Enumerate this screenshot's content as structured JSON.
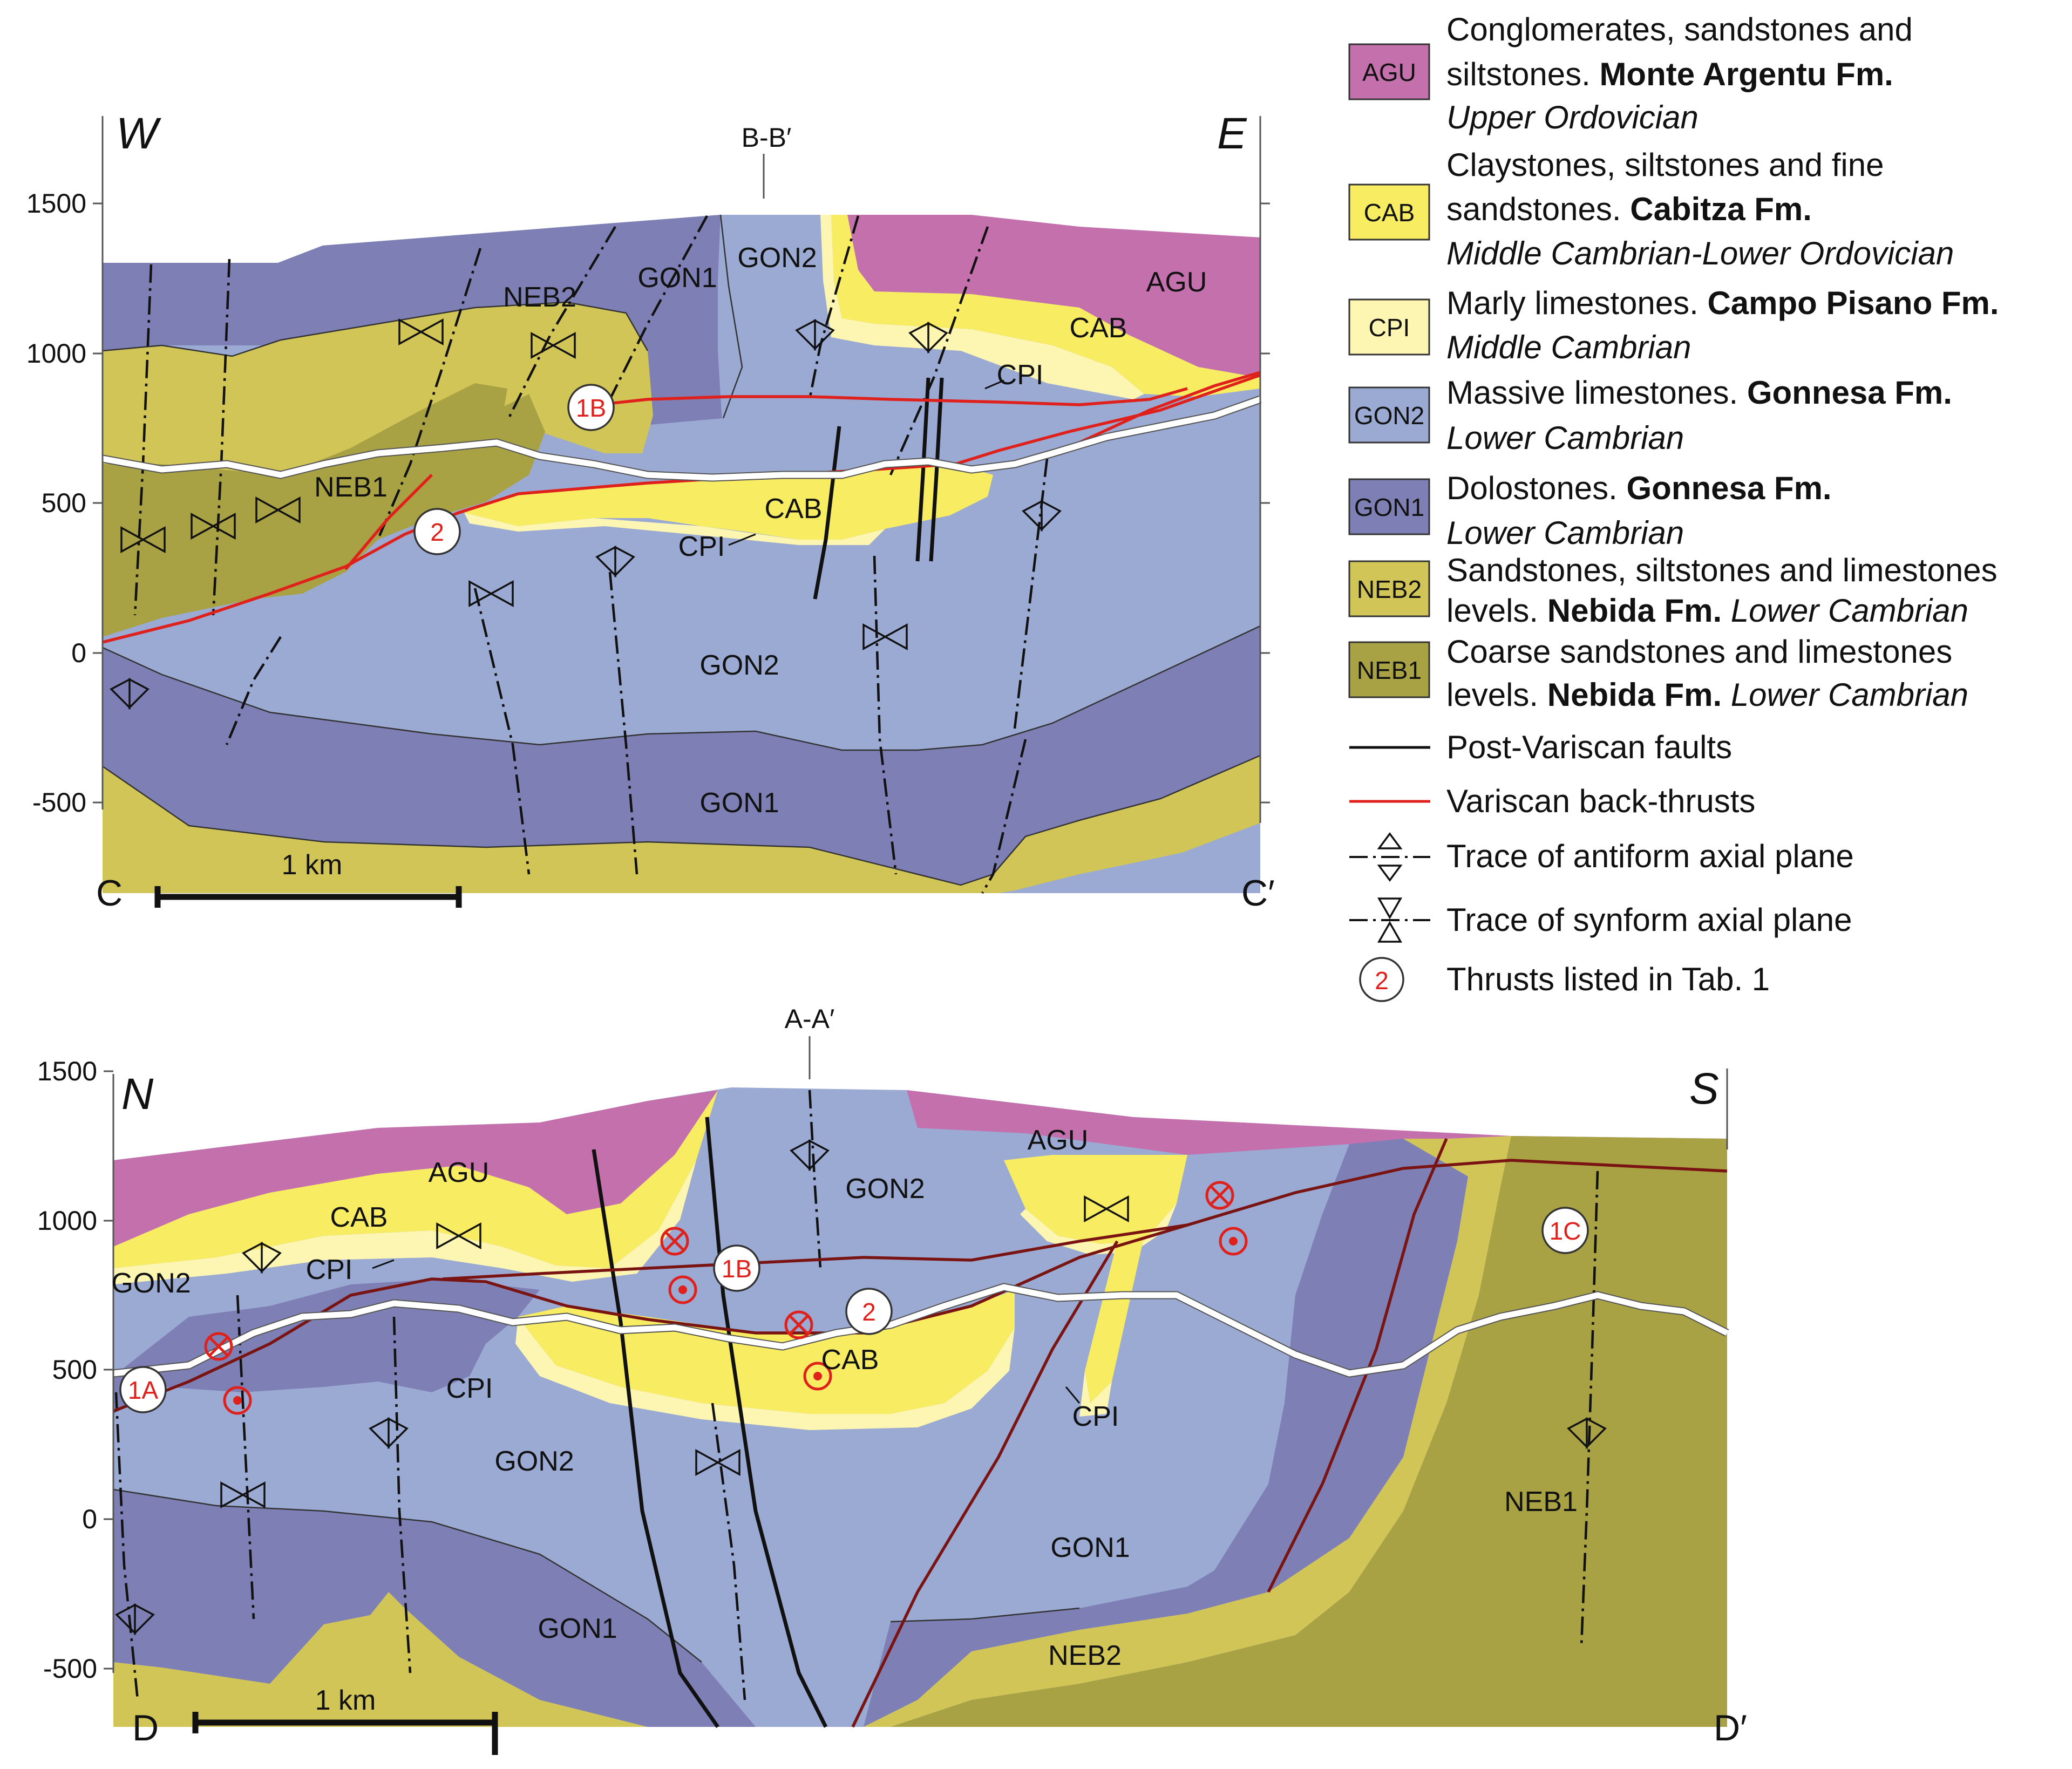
{
  "section_top": {
    "west": "W",
    "east": "E",
    "start": "C",
    "end": "C′",
    "crossing": "B-B′",
    "scale": "1 km",
    "y_ticks": [
      "1500",
      "1000",
      "500",
      "0",
      "-500"
    ],
    "units": [
      "GON1",
      "GON2",
      "NEB2",
      "NEB1",
      "AGU",
      "CAB",
      "CPI",
      "CAB",
      "CPI",
      "GON2",
      "GON1"
    ],
    "thrusts": [
      "1B",
      "2"
    ]
  },
  "section_bottom": {
    "north": "N",
    "south": "S",
    "start": "D",
    "end": "D′",
    "crossing": "A-A′",
    "scale": "1 km",
    "y_ticks": [
      "1500",
      "1000",
      "500",
      "0",
      "-500"
    ],
    "units": [
      "AGU",
      "AGU",
      "GON2",
      "CAB",
      "CPI",
      "GON2",
      "CPI",
      "GON2",
      "CAB",
      "CPI",
      "GON1",
      "GON1",
      "NEB2",
      "NEB1"
    ],
    "thrusts": [
      "1A",
      "1B",
      "2",
      "1C"
    ]
  },
  "legend": {
    "units": [
      {
        "code": "AGU",
        "color": "#c470ad",
        "line1": "Conglomerates, sandstones and",
        "line2a": "siltstones. ",
        "line2b": "Monte Argentu Fm.",
        "line3": "Upper Ordovician"
      },
      {
        "code": "CAB",
        "color": "#f7ec62",
        "line1": "Claystones, siltstones and fine",
        "line2a": "sandstones. ",
        "line2b": "Cabitza Fm.",
        "line3": "Middle Cambrian-Lower Ordovician"
      },
      {
        "code": "CPI",
        "color": "#fdf6b2",
        "line1a": "Marly limestones. ",
        "line1b": "Campo Pisano Fm.",
        "line2": "Middle Cambrian"
      },
      {
        "code": "GON2",
        "color": "#9aaad3",
        "line1a": "Massive limestones. ",
        "line1b": "Gonnesa Fm.",
        "line2": "Lower Cambrian"
      },
      {
        "code": "GON1",
        "color": "#7e80b5",
        "line1a": "Dolostones. ",
        "line1b": "Gonnesa Fm.",
        "line2": "Lower Cambrian"
      },
      {
        "code": "NEB2",
        "color": "#d2c558",
        "line1": "Sandstones, siltstones and limestones",
        "line2a": "levels. ",
        "line2b": "Nebida Fm.",
        "line2c": " Lower Cambrian"
      },
      {
        "code": "NEB1",
        "color": "#a8a244",
        "line1": "Coarse sandstones and limestones",
        "line2a": "levels. ",
        "line2b": "Nebida Fm.",
        "line2c": " Lower Cambrian"
      }
    ],
    "post_variscan": "Post-Variscan faults",
    "back_thrusts": "Variscan back-thrusts",
    "antiform": "Trace of antiform axial plane",
    "synform": "Trace of synform axial plane",
    "thrust_symbol": "2",
    "thrusts_listed": "Thrusts listed in Tab. 1"
  }
}
